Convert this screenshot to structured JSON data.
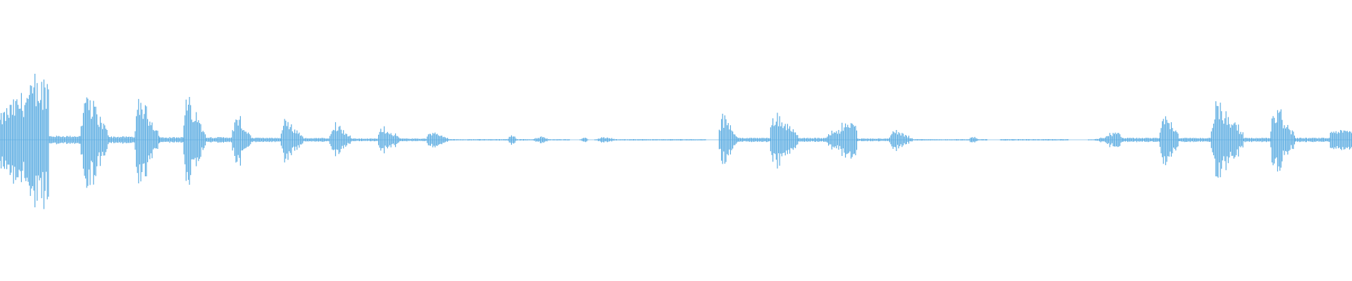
{
  "waveform": {
    "color": "#5dade2",
    "baseline_color": "#5dade2",
    "background": "#ffffff",
    "segments": [
      {
        "start": 0.0,
        "end": 0.036,
        "level": 1.0,
        "shape": "swell"
      },
      {
        "start": 0.036,
        "end": 0.06,
        "level": 0.06,
        "shape": "flat"
      },
      {
        "start": 0.06,
        "end": 0.08,
        "level": 0.8,
        "shape": "burst"
      },
      {
        "start": 0.08,
        "end": 0.1,
        "level": 0.05,
        "shape": "flat"
      },
      {
        "start": 0.1,
        "end": 0.118,
        "level": 0.68,
        "shape": "burst"
      },
      {
        "start": 0.118,
        "end": 0.136,
        "level": 0.04,
        "shape": "flat"
      },
      {
        "start": 0.136,
        "end": 0.152,
        "level": 0.68,
        "shape": "burst"
      },
      {
        "start": 0.152,
        "end": 0.172,
        "level": 0.04,
        "shape": "flat"
      },
      {
        "start": 0.172,
        "end": 0.186,
        "level": 0.38,
        "shape": "burst"
      },
      {
        "start": 0.186,
        "end": 0.208,
        "level": 0.03,
        "shape": "flat"
      },
      {
        "start": 0.208,
        "end": 0.224,
        "level": 0.32,
        "shape": "burst"
      },
      {
        "start": 0.224,
        "end": 0.244,
        "level": 0.03,
        "shape": "flat"
      },
      {
        "start": 0.244,
        "end": 0.26,
        "level": 0.3,
        "shape": "burst"
      },
      {
        "start": 0.26,
        "end": 0.28,
        "level": 0.02,
        "shape": "flat"
      },
      {
        "start": 0.28,
        "end": 0.296,
        "level": 0.22,
        "shape": "burst"
      },
      {
        "start": 0.296,
        "end": 0.316,
        "level": 0.02,
        "shape": "flat"
      },
      {
        "start": 0.316,
        "end": 0.332,
        "level": 0.14,
        "shape": "burst"
      },
      {
        "start": 0.332,
        "end": 0.375,
        "level": 0.01,
        "shape": "flat"
      },
      {
        "start": 0.375,
        "end": 0.383,
        "level": 0.07,
        "shape": "blip"
      },
      {
        "start": 0.383,
        "end": 0.393,
        "level": 0.01,
        "shape": "flat"
      },
      {
        "start": 0.393,
        "end": 0.407,
        "level": 0.05,
        "shape": "blip"
      },
      {
        "start": 0.407,
        "end": 0.422,
        "level": 0.01,
        "shape": "flat"
      },
      {
        "start": 0.429,
        "end": 0.435,
        "level": 0.04,
        "shape": "blip"
      },
      {
        "start": 0.44,
        "end": 0.456,
        "level": 0.04,
        "shape": "blip"
      },
      {
        "start": 0.456,
        "end": 0.522,
        "level": 0.01,
        "shape": "flat"
      },
      {
        "start": 0.532,
        "end": 0.546,
        "level": 0.4,
        "shape": "burst"
      },
      {
        "start": 0.546,
        "end": 0.57,
        "level": 0.03,
        "shape": "flat"
      },
      {
        "start": 0.57,
        "end": 0.59,
        "level": 0.46,
        "shape": "burst"
      },
      {
        "start": 0.59,
        "end": 0.612,
        "level": 0.03,
        "shape": "flat"
      },
      {
        "start": 0.612,
        "end": 0.634,
        "level": 0.28,
        "shape": "swell"
      },
      {
        "start": 0.634,
        "end": 0.658,
        "level": 0.02,
        "shape": "flat"
      },
      {
        "start": 0.658,
        "end": 0.675,
        "level": 0.16,
        "shape": "burst"
      },
      {
        "start": 0.675,
        "end": 0.716,
        "level": 0.01,
        "shape": "flat"
      },
      {
        "start": 0.716,
        "end": 0.724,
        "level": 0.05,
        "shape": "blip"
      },
      {
        "start": 0.724,
        "end": 0.73,
        "level": 0.01,
        "shape": "flat"
      },
      {
        "start": 0.74,
        "end": 0.79,
        "level": 0.01,
        "shape": "flat"
      },
      {
        "start": 0.805,
        "end": 0.83,
        "level": 0.16,
        "shape": "fade-in"
      },
      {
        "start": 0.83,
        "end": 0.858,
        "level": 0.03,
        "shape": "flat"
      },
      {
        "start": 0.858,
        "end": 0.872,
        "level": 0.46,
        "shape": "burst"
      },
      {
        "start": 0.872,
        "end": 0.896,
        "level": 0.03,
        "shape": "flat"
      },
      {
        "start": 0.896,
        "end": 0.92,
        "level": 0.62,
        "shape": "burst"
      },
      {
        "start": 0.92,
        "end": 0.94,
        "level": 0.03,
        "shape": "flat"
      },
      {
        "start": 0.94,
        "end": 0.958,
        "level": 0.52,
        "shape": "burst"
      },
      {
        "start": 0.958,
        "end": 0.984,
        "level": 0.03,
        "shape": "flat"
      },
      {
        "start": 0.984,
        "end": 1.0,
        "level": 0.14,
        "shape": "flat"
      }
    ]
  }
}
